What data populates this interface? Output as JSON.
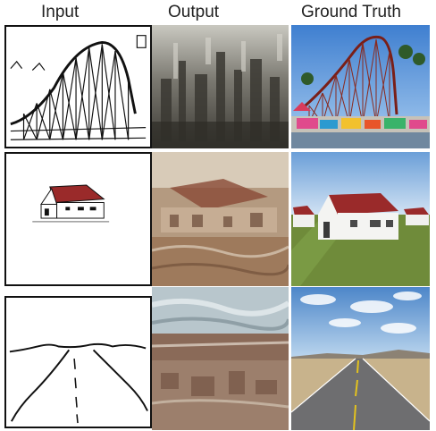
{
  "headers": {
    "input": "Input",
    "output": "Output",
    "ground_truth": "Ground Truth"
  },
  "rows": [
    {
      "subject": "roller coaster",
      "input": "sketch",
      "output": "generated image",
      "ground_truth": "photo"
    },
    {
      "subject": "house",
      "input": "sketch",
      "output": "generated image",
      "ground_truth": "photo"
    },
    {
      "subject": "road",
      "input": "sketch",
      "output": "generated image",
      "ground_truth": "photo"
    }
  ],
  "colors": {
    "sketch_line": "#111111",
    "roof_red": "#9a2a2a",
    "sky_blue": "#6b9fd8",
    "grass_green": "#6f8b3a"
  }
}
